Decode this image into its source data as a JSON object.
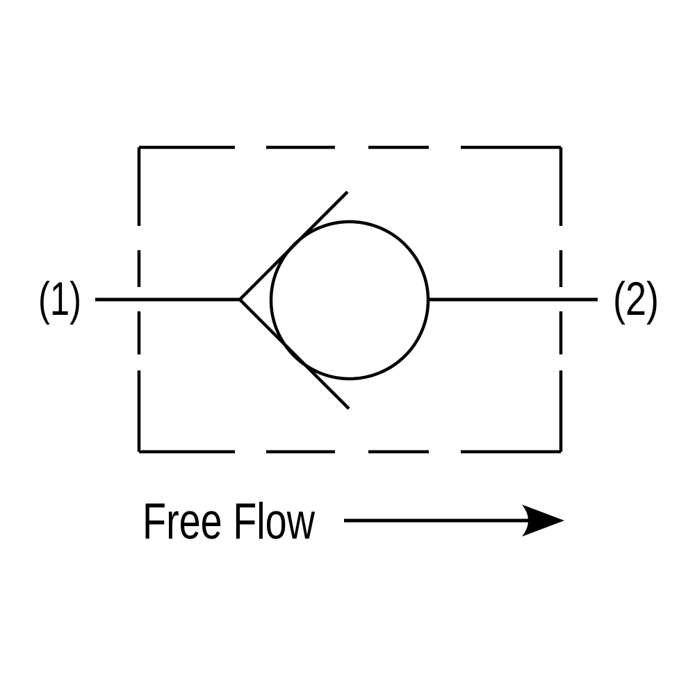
{
  "colors": {
    "ink": "#000000",
    "background": "#ffffff"
  },
  "diagram": {
    "port_left_label": "(1)",
    "port_right_label": "(2)",
    "flow_caption": "Free Flow",
    "flow_arrow_icon": "right-arrow",
    "symbol": "check-valve-ball-and-seat"
  }
}
